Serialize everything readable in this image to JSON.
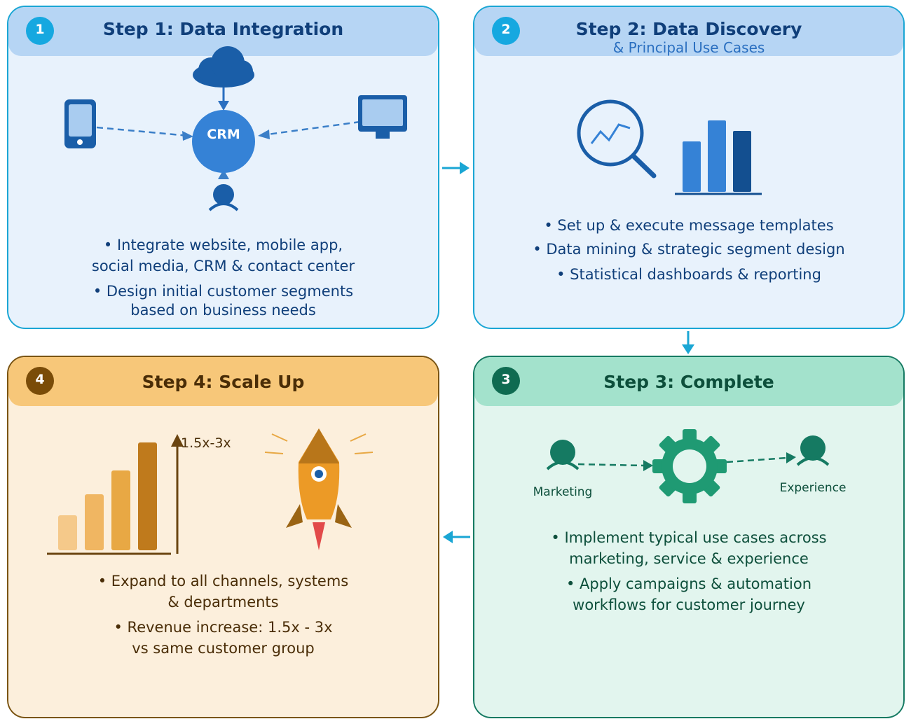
{
  "colors": {
    "blue_accent": "#1aa6d4",
    "teal_accent": "#157a62",
    "orange_accent": "#7a5412"
  },
  "step1": {
    "badge": "1",
    "title": "Step 1: Data Integration",
    "hub_label": "CRM",
    "bullets": [
      [
        "• Integrate website, mobile app,",
        "social media, CRM & contact center"
      ],
      [
        "• Design initial customer segments",
        "based on business needs"
      ]
    ],
    "icons": [
      "cloud-icon",
      "mobile-phone-icon",
      "monitor-icon",
      "crm-hub-icon",
      "person-icon"
    ]
  },
  "step2": {
    "badge": "2",
    "title": "Step 2: Data Discovery",
    "subtitle": "& Principal Use Cases",
    "bullets": [
      [
        "• Set up & execute message templates"
      ],
      [
        "• Data mining & strategic segment design"
      ],
      [
        "• Statistical dashboards & reporting"
      ]
    ],
    "icons": [
      "magnifier-chart-icon",
      "bar-chart-icon"
    ]
  },
  "step3": {
    "badge": "3",
    "title": "Step 3: Complete",
    "left_label": "Marketing",
    "right_label": "Experience",
    "bullets": [
      [
        "• Implement typical use cases across",
        "marketing, service & experience"
      ],
      [
        "• Apply campaigns & automation",
        "workflows for customer journey"
      ]
    ],
    "icons": [
      "person-icon",
      "gear-icon",
      "person-icon"
    ]
  },
  "step4": {
    "badge": "4",
    "title": "Step 4: Scale Up",
    "growth_label": "1.5x-3x",
    "bullets": [
      [
        "• Expand to all channels, systems",
        "& departments"
      ],
      [
        "• Revenue increase: 1.5x - 3x",
        "vs same customer group"
      ]
    ],
    "icons": [
      "growth-bar-chart-icon",
      "rocket-icon"
    ]
  }
}
